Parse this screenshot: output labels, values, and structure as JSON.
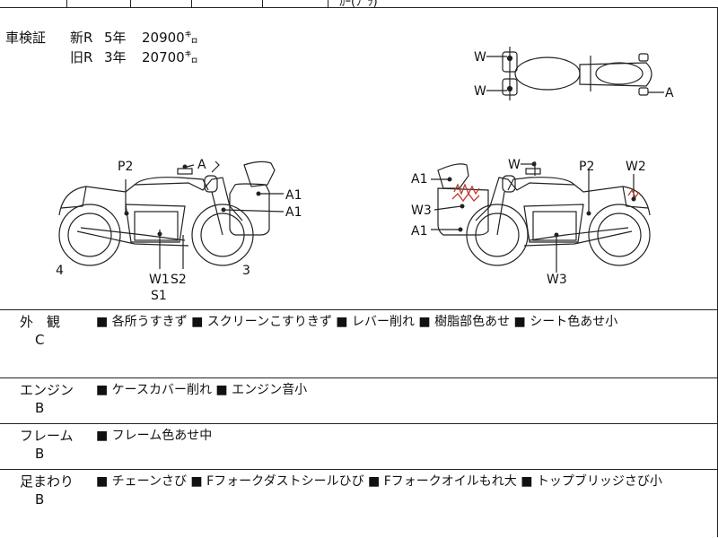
{
  "header_fragment": "ｶｰ(ﾌﾞﾗ)",
  "inspection": {
    "title": "車検証",
    "rows": [
      {
        "type": "新R",
        "years": "5年",
        "km": "20900㌔"
      },
      {
        "type": "旧R",
        "years": "3年",
        "km": "20700㌔"
      }
    ]
  },
  "diagram": {
    "top_view": {
      "w1": "W",
      "w2": "W",
      "a": "A"
    },
    "left_view": {
      "p2": "P2",
      "a": "A",
      "a1_top": "A1",
      "a1_bottom": "A1",
      "w1": "W1",
      "s2": "S2",
      "s1": "S1",
      "num4": "4",
      "num3": "3"
    },
    "right_view": {
      "a1_top": "A1",
      "w3_left": "W3",
      "a1_bottom": "A1",
      "w": "W",
      "p2": "P2",
      "w2": "W2",
      "w3_bottom": "W3"
    }
  },
  "sections": [
    {
      "label": "外　観",
      "grade": "C",
      "text": "■ 各所うすきず ■ スクリーンこすりきず ■ レバー削れ ■ 樹脂部色あせ ■ シート色あせ小"
    },
    {
      "label": "エンジン",
      "grade": "B",
      "text": "■ ケースカバー削れ ■ エンジン音小"
    },
    {
      "label": "フレーム",
      "grade": "B",
      "text": "■ フレーム色あせ中"
    },
    {
      "label": "足まわり",
      "grade": "B",
      "text": "■ チェーンさび ■ Fフォークダストシールひび ■ Fフォークオイルもれ大 ■ トップブリッジさび小"
    }
  ],
  "colors": {
    "line": "#222222",
    "damage": "#c0392b"
  }
}
